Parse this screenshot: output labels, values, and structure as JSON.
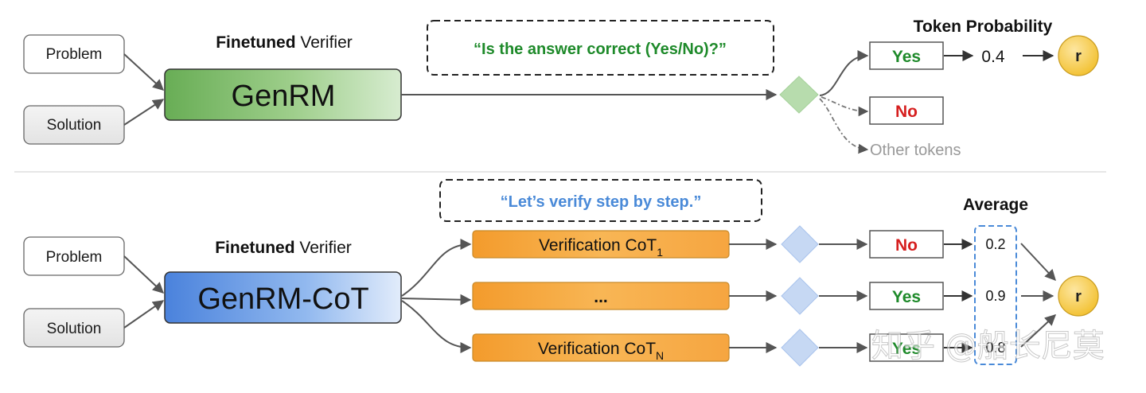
{
  "top": {
    "input_problem": "Problem",
    "input_solution": "Solution",
    "verifier_label_bold": "Finetuned",
    "verifier_label_rest": " Verifier",
    "model_name": "GenRM",
    "prompt": "“Is the answer correct (Yes/No)?”",
    "token_probability_title": "Token Probability",
    "yes_token": "Yes",
    "no_token": "No",
    "other_tokens": "Other tokens",
    "probability_value": "0.4",
    "reward_symbol": "r"
  },
  "bottom": {
    "input_problem": "Problem",
    "input_solution": "Solution",
    "verifier_label_bold": "Finetuned",
    "verifier_label_rest": " Verifier",
    "model_name": "GenRM-CoT",
    "prompt": "“Let’s verify step by step.”",
    "average_title": "Average",
    "cot_rows": [
      {
        "label": "Verification CoT",
        "subscript": "1",
        "answer": "No",
        "answer_color": "#d61f1f",
        "score": "0.2"
      },
      {
        "label": "...",
        "subscript": "",
        "answer": "Yes",
        "answer_color": "#1e8a2a",
        "score": "0.9"
      },
      {
        "label": "Verification CoT",
        "subscript": "N",
        "answer": "Yes",
        "answer_color": "#1e8a2a",
        "score": "0.8"
      }
    ],
    "reward_symbol": "r"
  },
  "watermark": "知乎 @船长尼莫",
  "colors": {
    "yes_green": "#1e8a2a",
    "no_red": "#d61f1f",
    "prompt_green": "#1e8a2a",
    "prompt_blue": "#4a8ad8",
    "genrm_green": "#7fb86a",
    "genrm_cot_blue": "#5a90e0",
    "cot_orange": "#f7a43a",
    "reward_gold": "#f7cc45"
  }
}
